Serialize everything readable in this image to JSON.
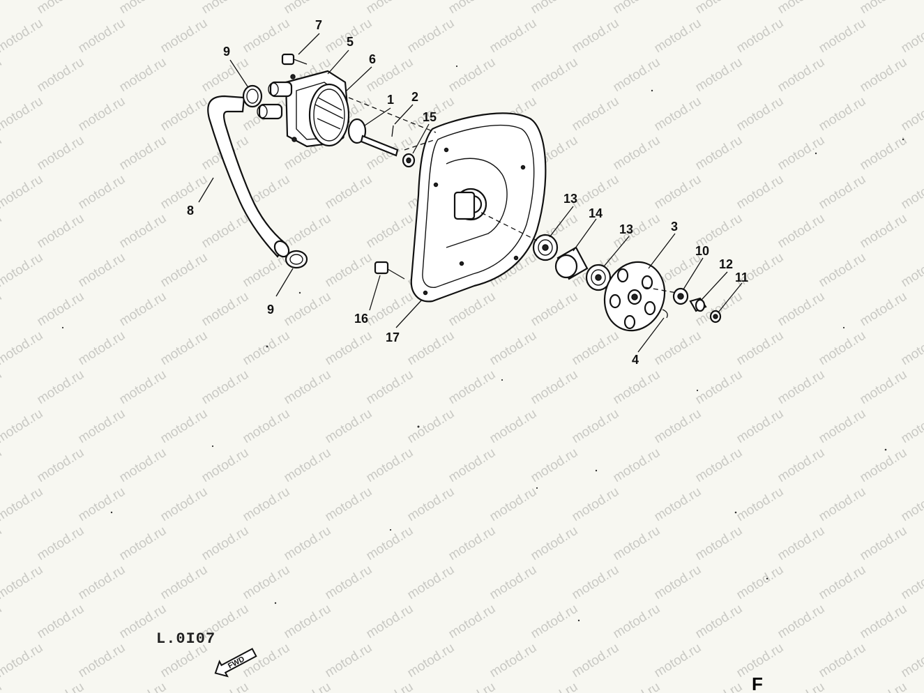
{
  "watermark": "motod.ru",
  "callouts": {
    "c1": "1",
    "c2": "2",
    "c3": "3",
    "c4": "4",
    "c5": "5",
    "c6": "6",
    "c7": "7",
    "c8": "8",
    "c9a": "9",
    "c9b": "9",
    "c10": "10",
    "c11": "11",
    "c12": "12",
    "c13a": "13",
    "c13b": "13",
    "c14": "14",
    "c15": "15",
    "c16": "16",
    "c17": "17"
  },
  "reference_code": "L.0I07",
  "fwd_label": "FWD",
  "page_letter": "F"
}
